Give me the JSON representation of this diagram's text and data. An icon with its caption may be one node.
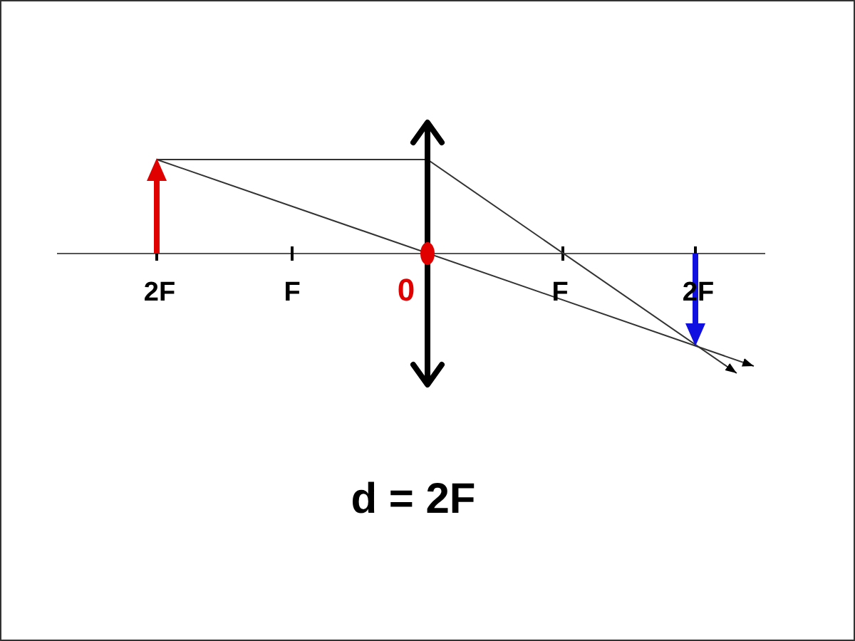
{
  "diagram": {
    "caption": "d = 2F",
    "labels": [
      "2F",
      "F",
      "0",
      "F",
      "2F"
    ]
  }
}
